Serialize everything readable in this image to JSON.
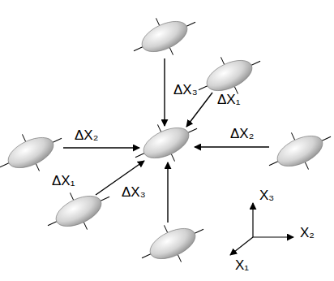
{
  "diagram": {
    "labels": [
      "ΔX₃",
      "ΔX₁",
      "ΔX₂",
      "ΔX₂",
      "ΔX₁",
      "ΔX₃",
      "X₃",
      "X₂",
      "X₁"
    ]
  }
}
